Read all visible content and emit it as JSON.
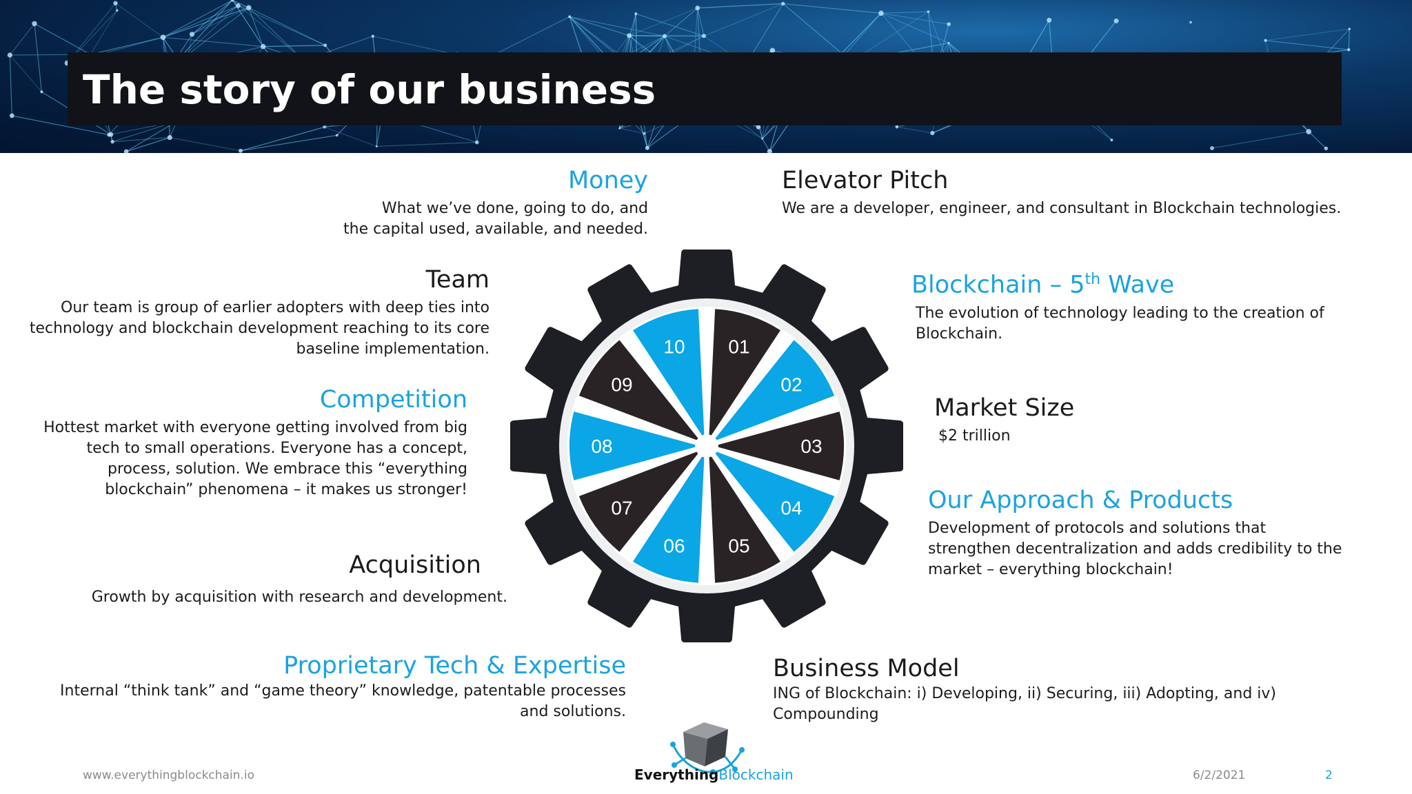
{
  "title": "The story of our business",
  "sections": {
    "money": {
      "heading": "Money",
      "lines": [
        "What we’ve done, going to do, and",
        "the capital used, available, and needed."
      ]
    },
    "elevator": {
      "heading": "Elevator Pitch",
      "lines": [
        "We are a developer, engineer, and consultant in Blockchain technologies."
      ]
    },
    "team": {
      "heading": "Team",
      "lines": [
        "Our team is group of earlier adopters with deep ties into",
        "technology and blockchain development reaching to its core",
        "baseline implementation."
      ]
    },
    "wave": {
      "heading_prefix": "Blockchain – 5",
      "heading_sup": "th",
      "heading_suffix": " Wave",
      "lines": [
        "The evolution of technology leading to the creation of",
        "Blockchain."
      ]
    },
    "competition": {
      "heading": "Competition",
      "lines": [
        "Hottest market with everyone getting involved from big",
        "tech to small operations.  Everyone has a concept,",
        "process, solution.  We embrace this “everything",
        "blockchain” phenomena – it makes us stronger!"
      ]
    },
    "market": {
      "heading": "Market Size",
      "lines": [
        "$2 trillion"
      ]
    },
    "approach": {
      "heading": "Our Approach & Products",
      "lines": [
        "Development of protocols and solutions that",
        "strengthen decentralization and adds credibility to the",
        "market – everything blockchain!"
      ]
    },
    "acquisition": {
      "heading": "Acquisition",
      "lines": [
        "Growth by acquisition with research and development."
      ]
    },
    "proprietary": {
      "heading": "Proprietary Tech & Expertise",
      "lines": [
        "Internal “think tank” and “game theory” knowledge, patentable processes",
        "and solutions."
      ]
    },
    "business": {
      "heading": "Business Model",
      "lines": [
        "ING of Blockchain: i) Developing, ii) Securing, iii) Adopting, and iv)",
        "Compounding"
      ]
    }
  },
  "gear": {
    "segments": [
      "01",
      "02",
      "03",
      "04",
      "05",
      "06",
      "07",
      "08",
      "09",
      "10"
    ],
    "colors": {
      "dark": "#2a2326",
      "blue": "#0aa6e6",
      "gear": "#1d1f24",
      "ring": "#eef0f2"
    }
  },
  "footer": {
    "url": "www.everythingblockchain.io",
    "date": "6/2/2021",
    "page": "2",
    "logo_part1": "Everything",
    "logo_part2": "Blockchain"
  }
}
